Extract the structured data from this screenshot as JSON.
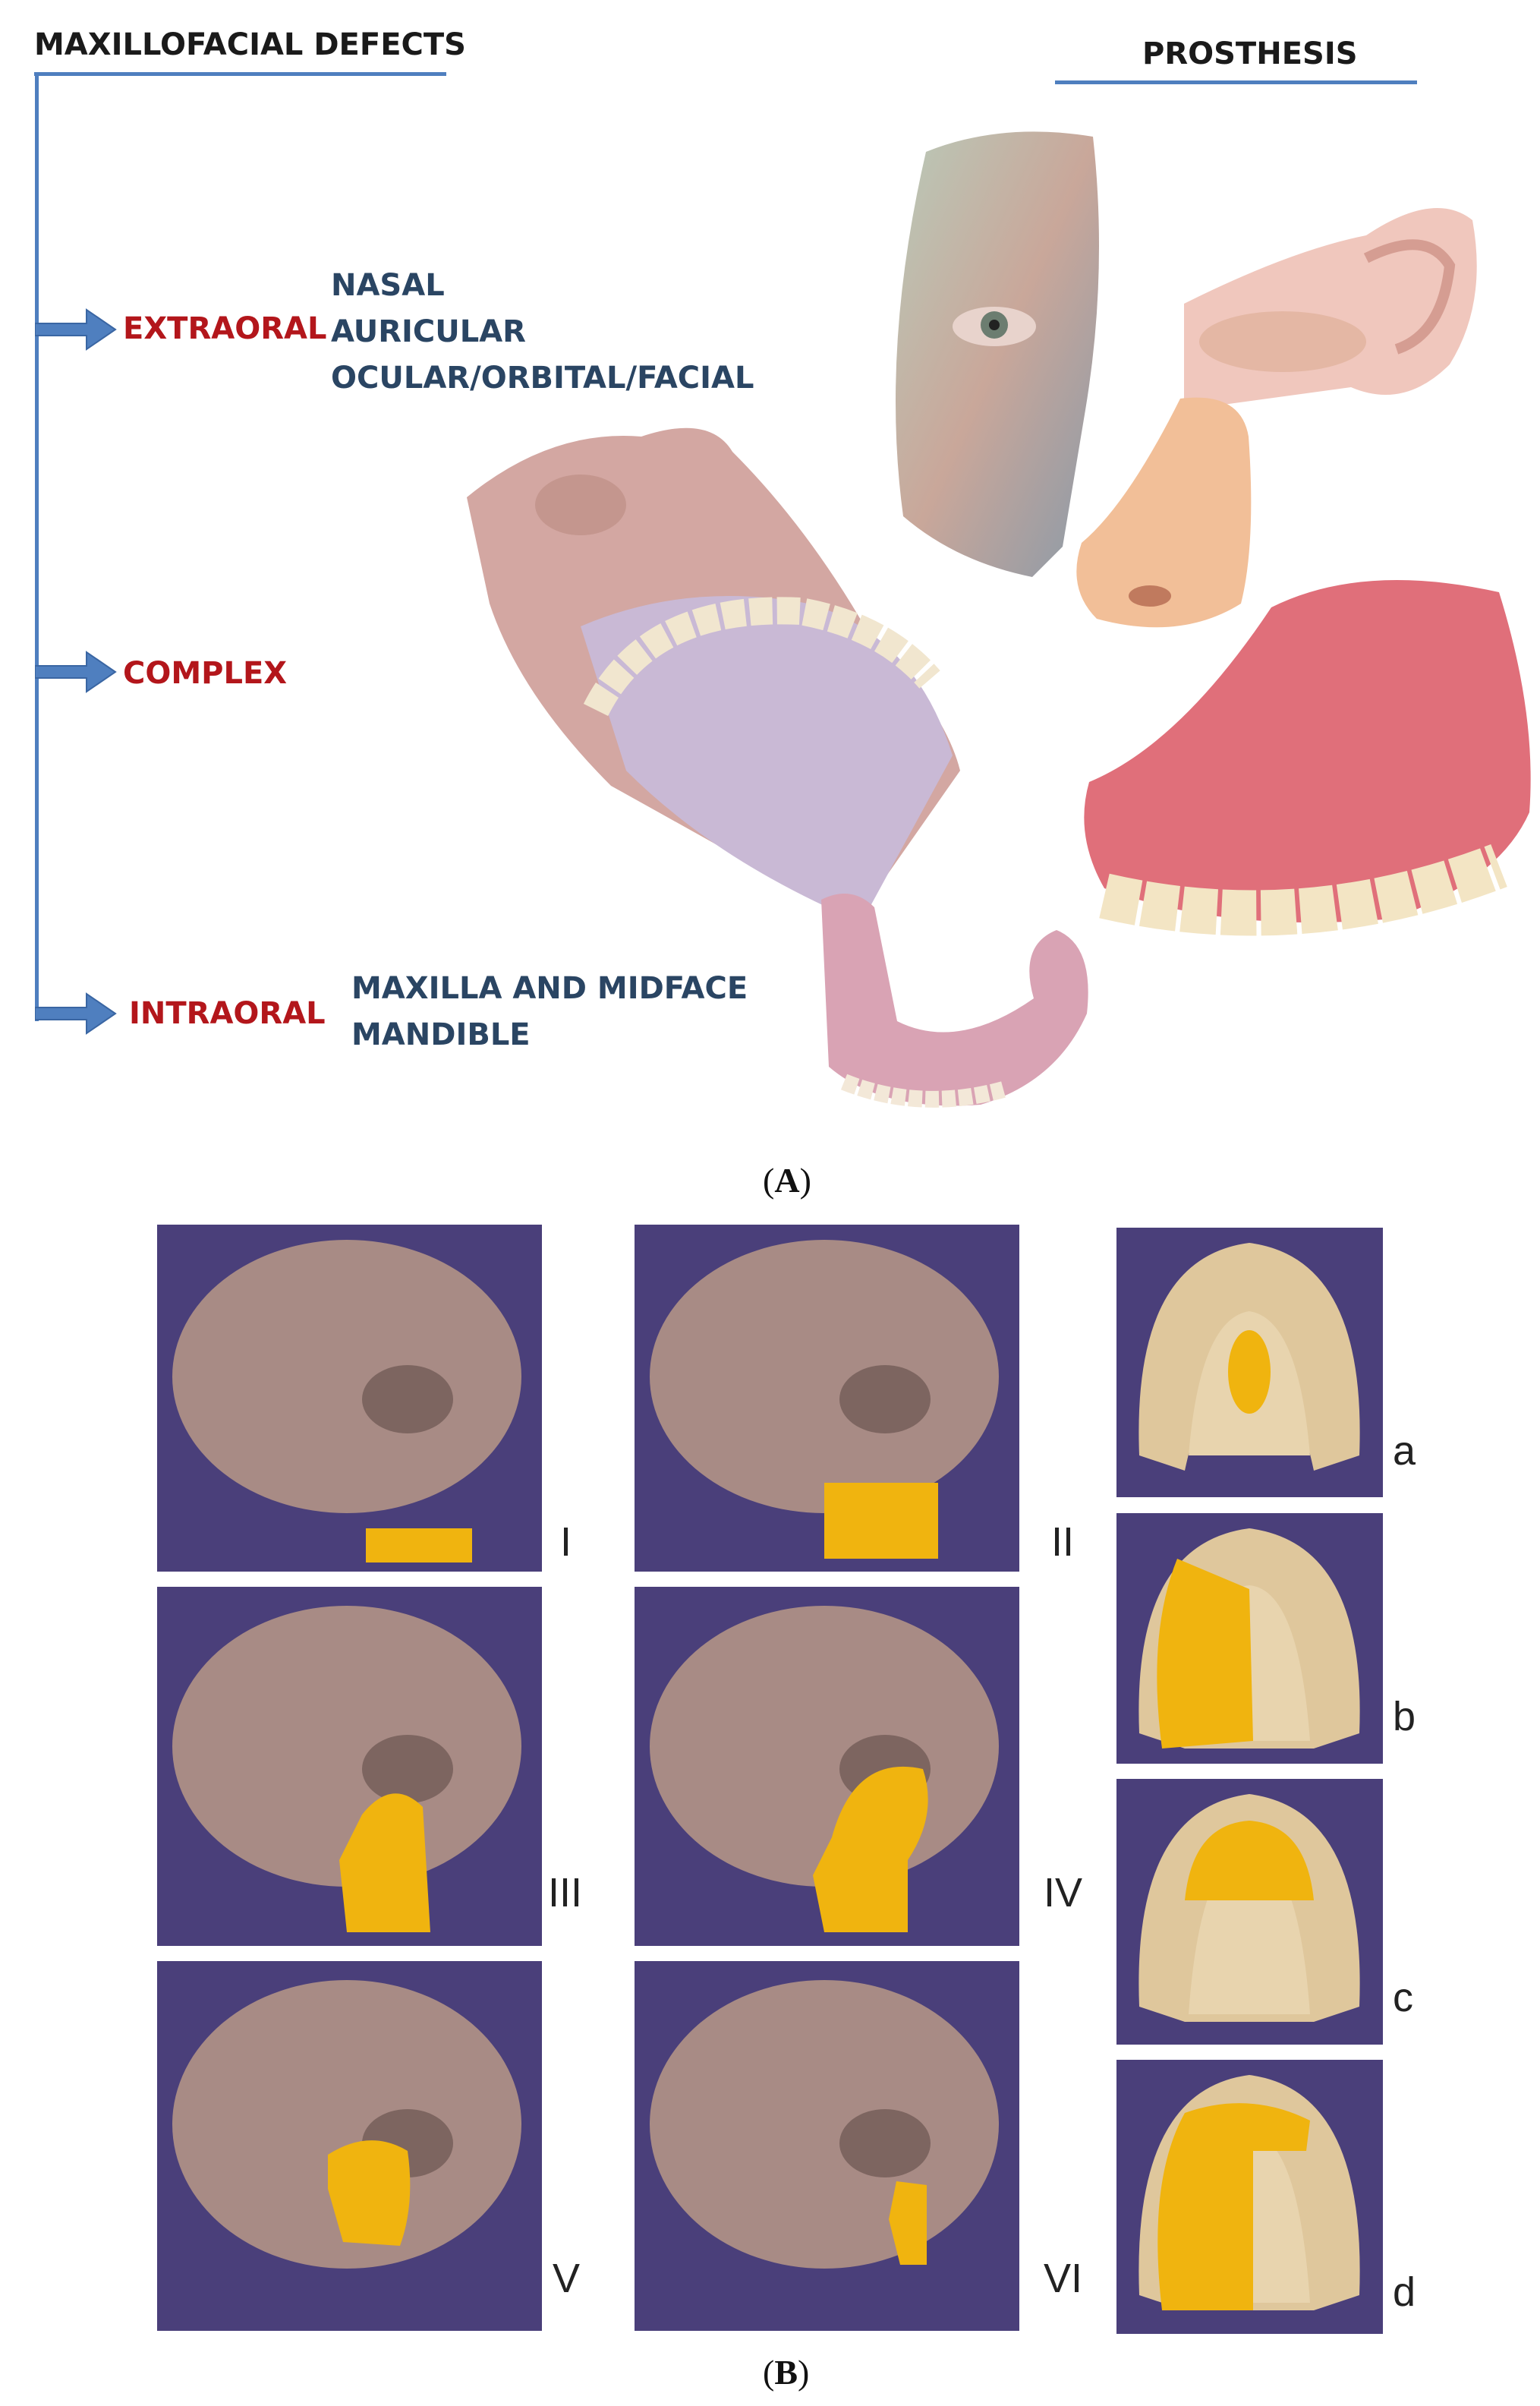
{
  "part_a": {
    "left_header": "MAXILLOFACIAL DEFECTS",
    "right_header": "PROSTHESIS",
    "categories": [
      {
        "label": "EXTRAORAL",
        "subtypes": [
          "NASAL",
          "AURICULAR",
          "OCULAR/ORBITAL/FACIAL"
        ]
      },
      {
        "label": "COMPLEX",
        "subtypes": []
      },
      {
        "label": "INTRAORAL",
        "subtypes": [
          "MAXILLA AND MIDFACE",
          "MANDIBLE"
        ]
      }
    ],
    "caption_open": "(",
    "caption_letter": "A",
    "caption_close": ")"
  },
  "part_b": {
    "skull_labels": [
      "I",
      "II",
      "III",
      "IV",
      "V",
      "VI"
    ],
    "palate_labels": [
      "a",
      "b",
      "c",
      "d"
    ],
    "caption_open": "(",
    "caption_letter": "B",
    "caption_close": ")"
  },
  "colors": {
    "accent_line": "#4f7fbf",
    "category_red": "#b3161b",
    "subtype_blue": "#2a4563",
    "panel_bg": "#4a3f7a",
    "defect_yellow": "#f0b40f"
  }
}
